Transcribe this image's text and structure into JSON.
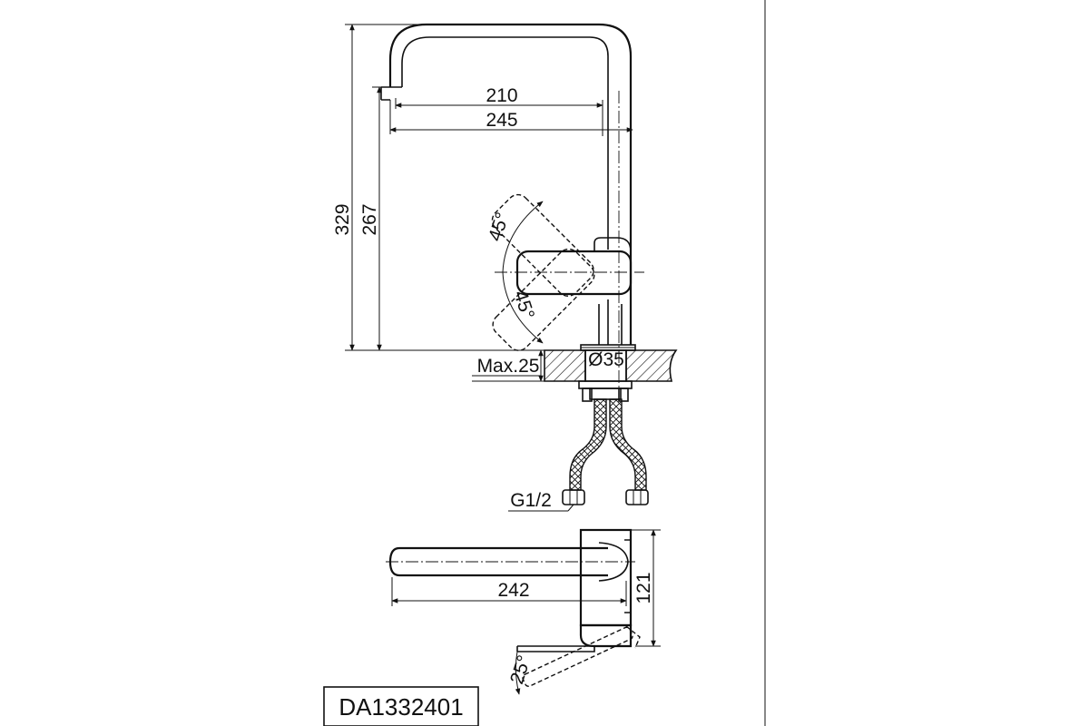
{
  "dimensions": {
    "overall_height": "329",
    "spout_height": "267",
    "reach_inner": "210",
    "reach_outer": "245",
    "handle_angle_up": "45°",
    "handle_angle_down": "45°",
    "max_deck_thickness": "Max.25",
    "mount_hole_diameter": "Ø35",
    "connection_thread": "G1/2",
    "top_view_length": "242",
    "top_view_depth": "121",
    "top_view_angle": "25°"
  },
  "product_code": "DA1332401"
}
